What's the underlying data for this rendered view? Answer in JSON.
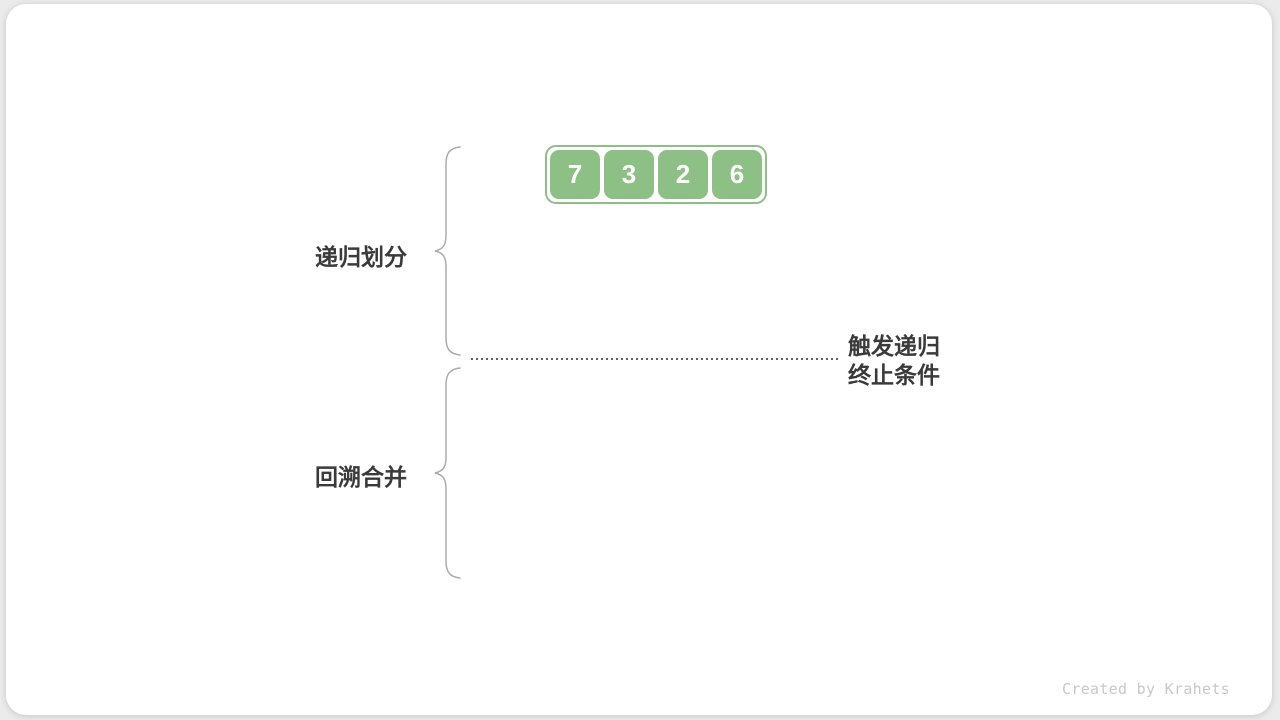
{
  "diagram": {
    "description": "merge-sort recursion diagram",
    "array": {
      "values": [
        7,
        3,
        2,
        6
      ]
    },
    "phases": {
      "divide_label": "递归划分",
      "merge_label": "回溯合并"
    },
    "annotation": {
      "line1": "触发递归",
      "line2": "终止条件"
    },
    "footer": "Created by Krahets"
  },
  "colors": {
    "bg": "#EBEBEB",
    "card": "#FFFFFF",
    "green": "#8CC084",
    "text-dark": "#3A3A3A",
    "brace": "#ABABAB",
    "dots": "#5F5F5F",
    "footer": "#C9C9C9"
  }
}
